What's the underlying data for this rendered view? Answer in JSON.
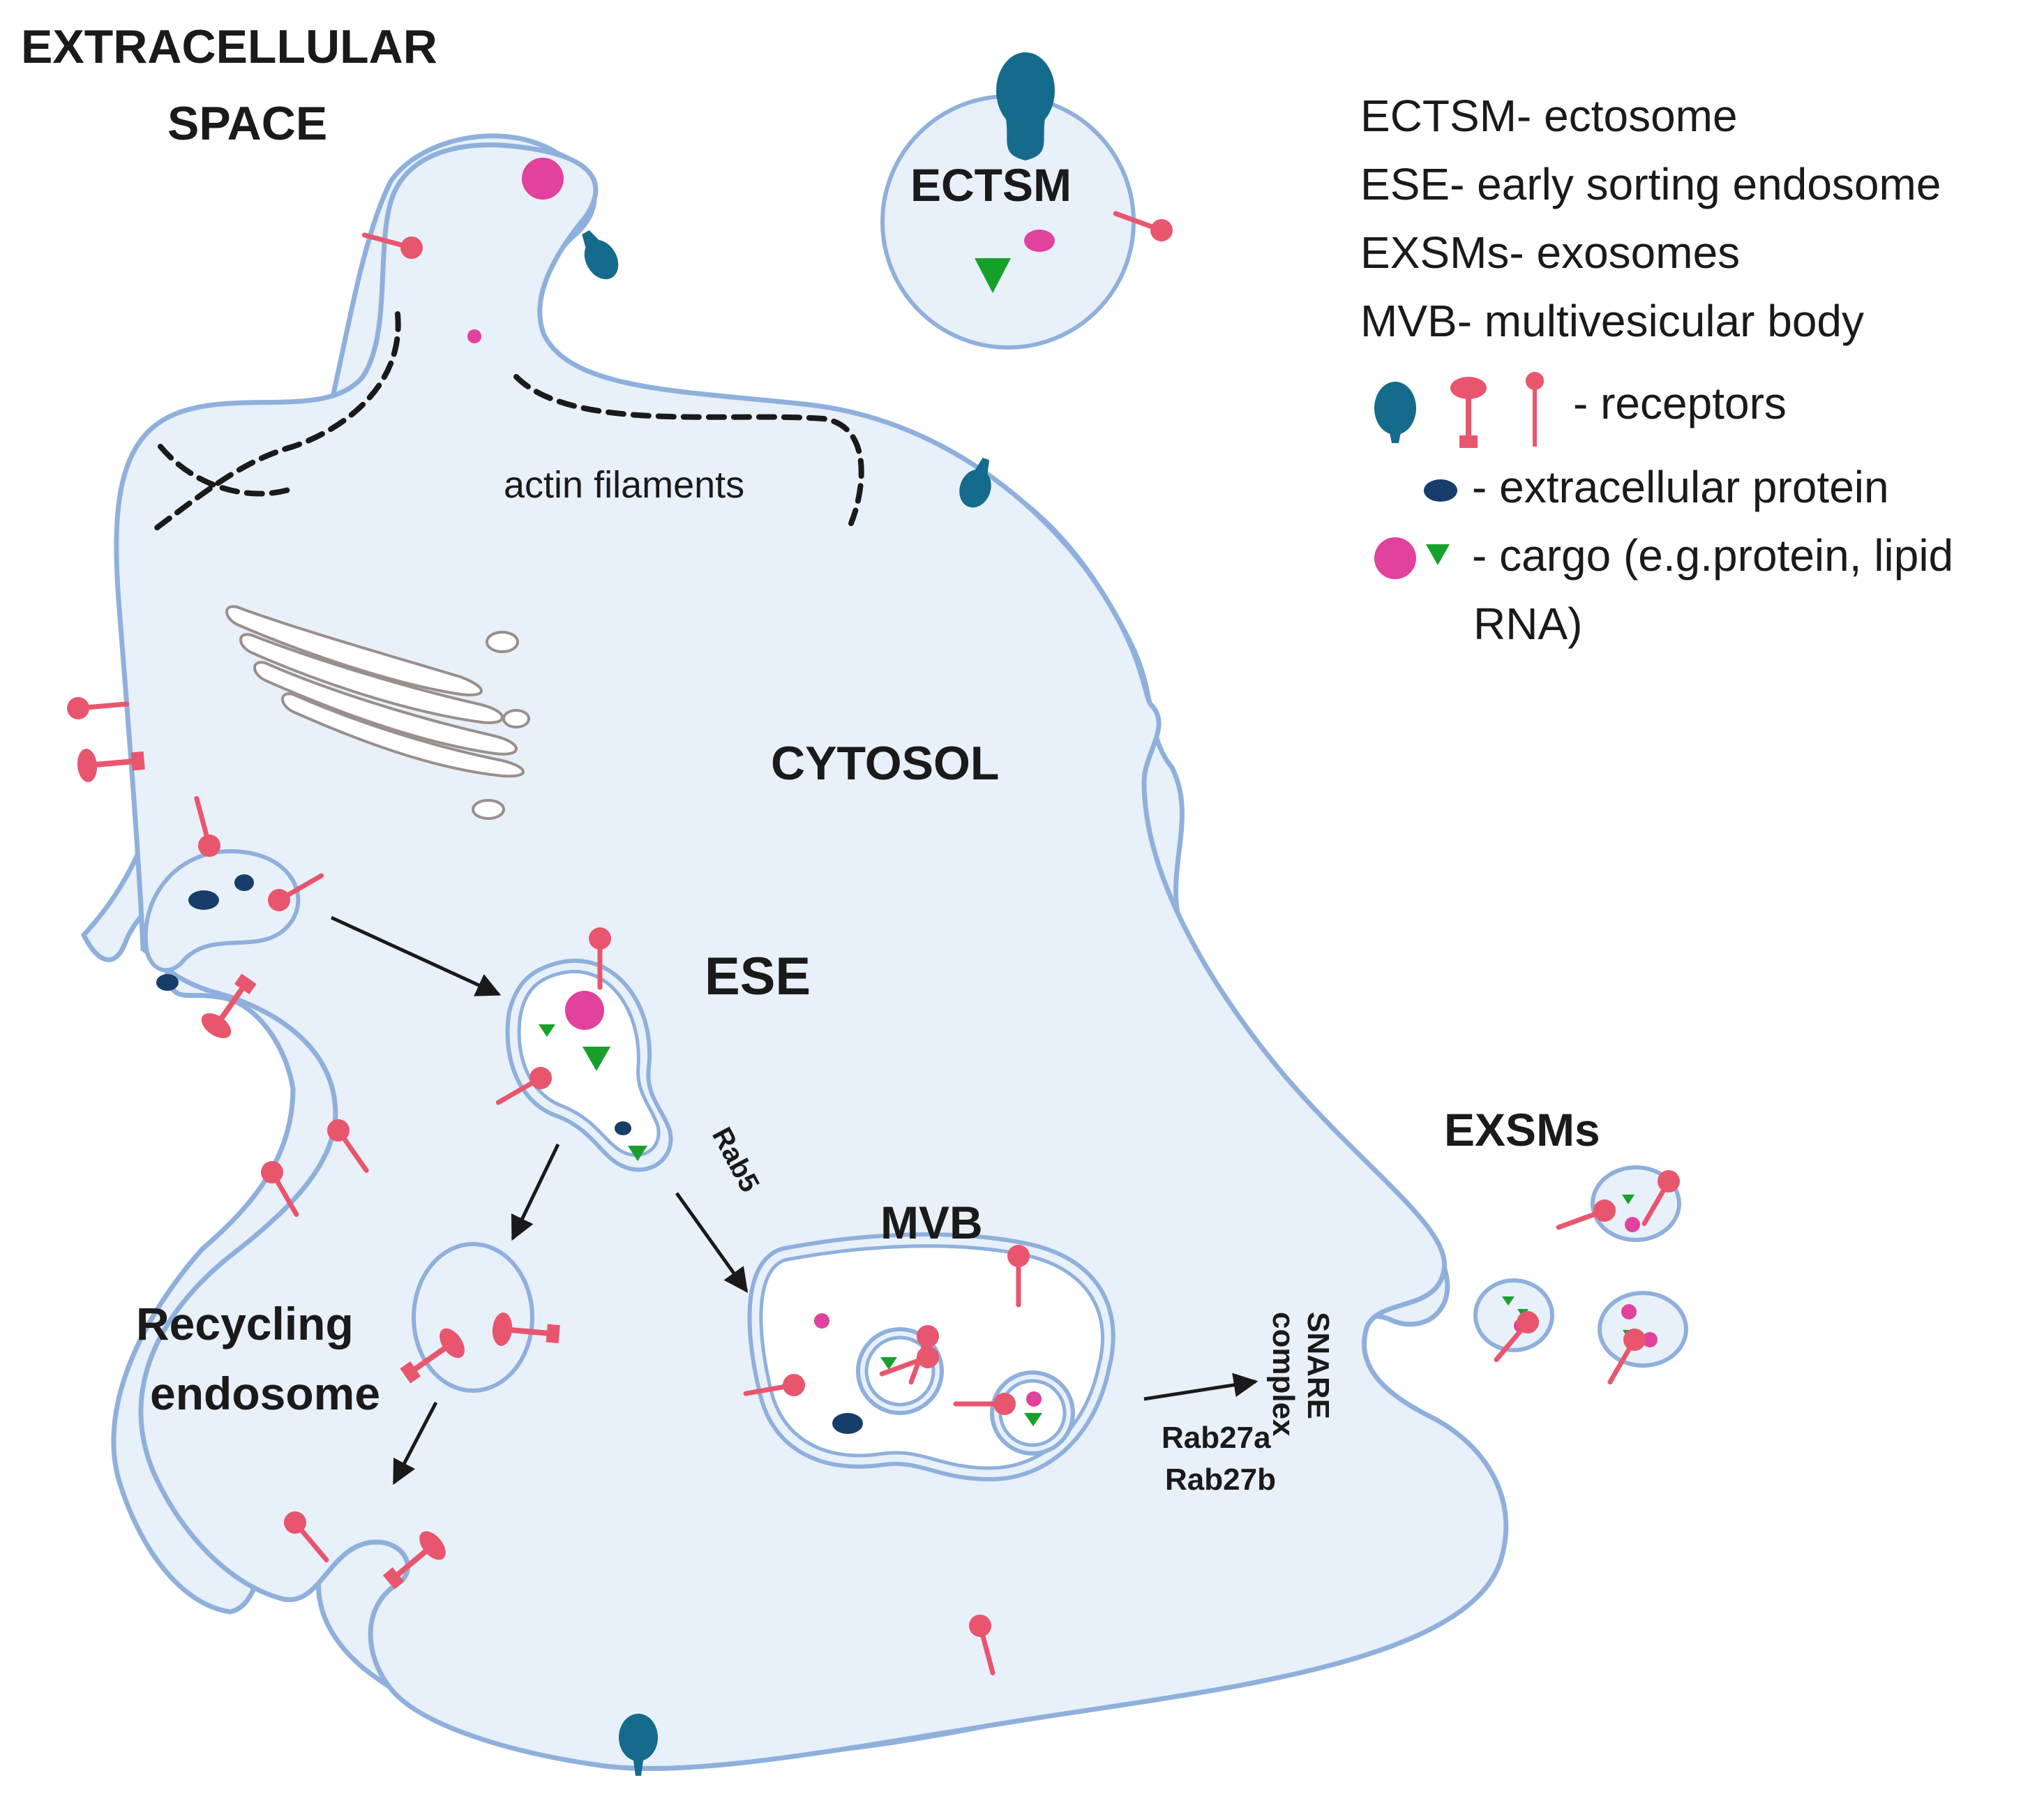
{
  "labels": {
    "extracellular_line1": "EXTRACELLULAR",
    "extracellular_line2": "SPACE",
    "ectsm": "ECTSM",
    "actin": "actin filaments",
    "cytosol": "CYTOSOL",
    "ese": "ESE",
    "rab5": "Rab5",
    "mvb": "MVB",
    "recycling_line1": "Recycling",
    "recycling_line2": "endosome",
    "exsms": "EXSMs",
    "snare_line1": "SNARE",
    "snare_line2": "complex",
    "rab27a": "Rab27a",
    "rab27b": "Rab27b"
  },
  "legend": {
    "items": [
      "ECTSM- ectosome",
      "ESE- early sorting endosome",
      "EXSMs- exosomes",
      "MVB- multivesicular body"
    ],
    "receptors": "- receptors",
    "extracellular_protein": "- extracellular protein",
    "cargo_line1": "- cargo (e.g.protein, lipid",
    "cargo_line2": "RNA)"
  },
  "colors": {
    "cytoplasm": "#e8f0fa",
    "membrane": "#8fb0dc",
    "receptor_pink": "#e8566e",
    "receptor_teal": "#156b8c",
    "extracellular_protein": "#173d6b",
    "cargo_magenta": "#e0429d",
    "cargo_green": "#17a12b"
  }
}
